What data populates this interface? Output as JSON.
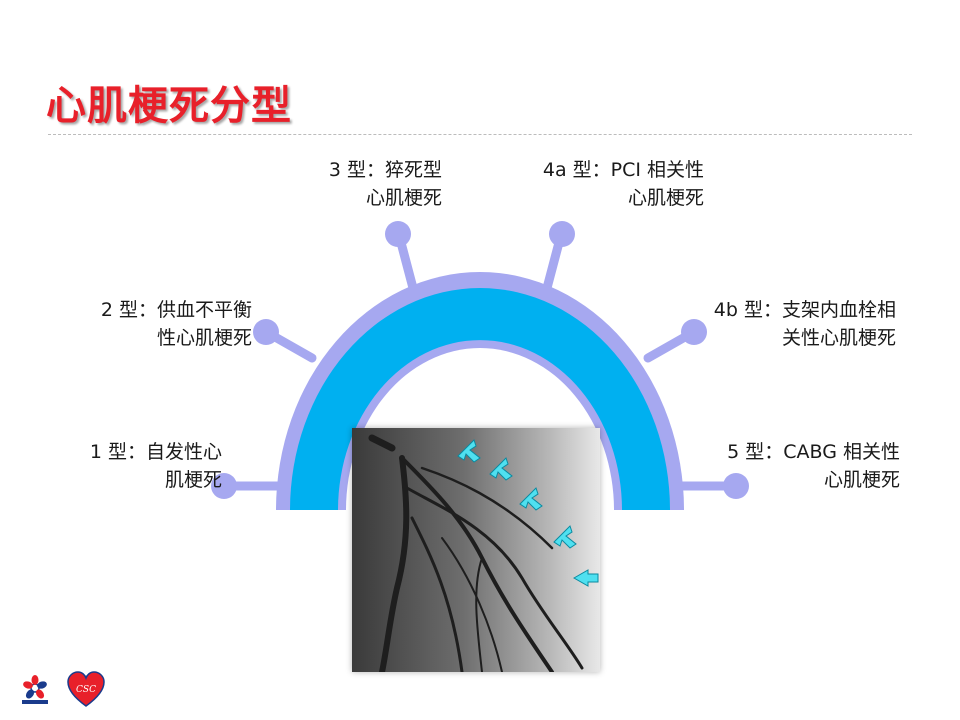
{
  "title": "心肌梗死分型",
  "types": [
    {
      "line1": "1 型：自发性心",
      "line2": "肌梗死"
    },
    {
      "line1": "2 型：供血不平衡",
      "line2": "性心肌梗死"
    },
    {
      "line1": "3 型：猝死型",
      "line2": "心肌梗死"
    },
    {
      "line1": "4a 型：PCI 相关性",
      "line2": "心肌梗死"
    },
    {
      "line1": "4b 型：支架内血栓相",
      "line2": "关性心肌梗死"
    },
    {
      "line1": "5 型：CABG 相关性",
      "line2": "心肌梗死"
    }
  ],
  "logo_badge": "CSC",
  "colors": {
    "title": "#e8202a",
    "arc_outer": "#a6a8f0",
    "arc_inner": "#00b0f0",
    "node": "#a6a8f0"
  }
}
